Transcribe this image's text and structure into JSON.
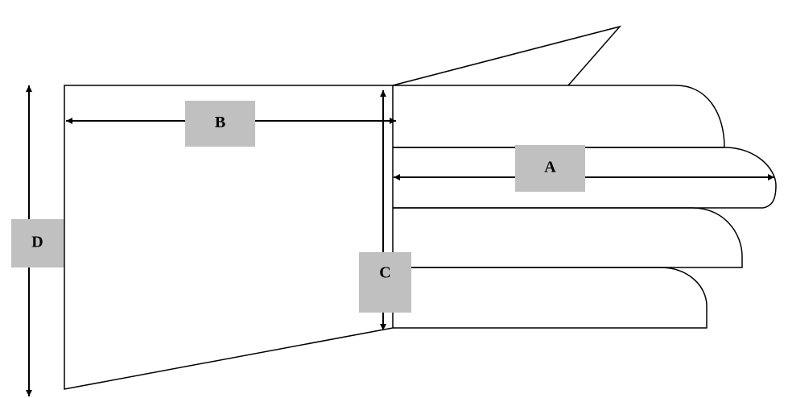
{
  "diagram": {
    "labels": {
      "a": "A",
      "b": "B",
      "c": "C",
      "d": "D"
    },
    "colors": {
      "stroke": "#000000",
      "label_box": "#c0c0c0",
      "background": "#ffffff"
    }
  }
}
